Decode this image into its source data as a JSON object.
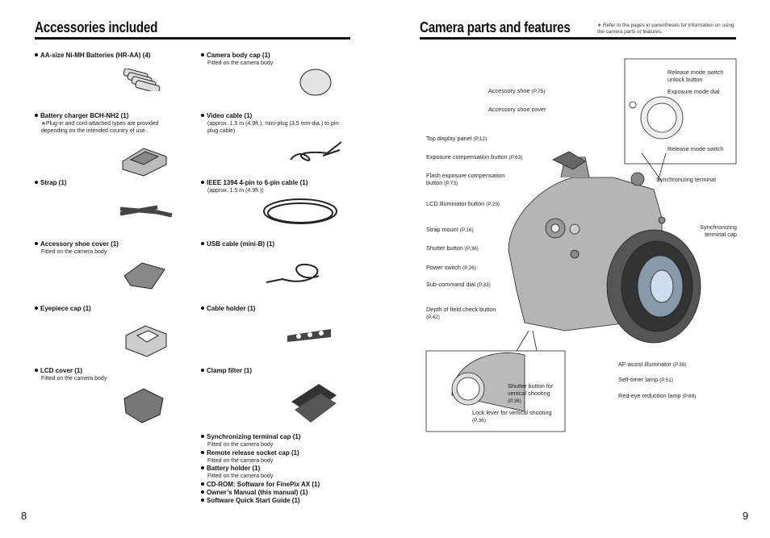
{
  "left": {
    "title": "Accessories included",
    "page_number": "8",
    "col1": [
      {
        "name": "AA-size Ni-MH Batteries (HR-AA) (4)",
        "sub": ""
      },
      {
        "name": "Battery charger BCH-NH2 (1)",
        "sub": "∗Plug-in and cord-attached types are provided depending on the intended country of use."
      },
      {
        "name": "Strap (1)",
        "sub": ""
      },
      {
        "name": "Accessory shoe cover (1)",
        "sub": "Fitted on the camera body"
      },
      {
        "name": "Eyepiece cap (1)",
        "sub": ""
      },
      {
        "name": "LCD cover (1)",
        "sub": "Fitted on the camera body"
      }
    ],
    "col2": [
      {
        "name": "Camera body cap (1)",
        "sub": "Fitted on the camera body"
      },
      {
        "name": "Video cable  (1)",
        "sub": "(approx. 1.5 m (4.9ft.), mini-plug (3.5 mm-dia.) to pin-plug cable)"
      },
      {
        "name": "IEEE 1394 4-pin to 6-pin cable (1)",
        "sub": "(approx. 1.5 m (4.9ft.))"
      },
      {
        "name": "USB cable (mini-B) (1)",
        "sub": ""
      },
      {
        "name": "Cable holder (1)",
        "sub": ""
      },
      {
        "name": "Clamp filter (1)",
        "sub": ""
      }
    ],
    "list": [
      {
        "name": "Synchronizing terminal cap (1)",
        "sub": "Fitted on the camera body"
      },
      {
        "name": "Remote release socket cap (1)",
        "sub": "Fitted on the camera body"
      },
      {
        "name": "Battery holder (1)",
        "sub": "Fitted on the camera body"
      },
      {
        "name": "CD-ROM: Software for FinePix AX (1)",
        "sub": ""
      },
      {
        "name": "Owner’s Manual (this manual) (1)",
        "sub": ""
      },
      {
        "name": "Software Quick Start Guide (1)",
        "sub": ""
      }
    ]
  },
  "right": {
    "title": "Camera parts and features",
    "page_number": "9",
    "note": "∗ Refer to the pages in parentheses for information on using the camera parts or features.",
    "labels": {
      "release_unlock": "Release mode switch unlock button",
      "exposure_dial": "Exposure mode dial",
      "release_switch": "Release mode switch",
      "acc_shoe": "Accessory shoe",
      "acc_shoe_p": "(P.75)",
      "acc_shoe_cover": "Accessory shoe cover",
      "top_display": "Top display panel",
      "top_display_p": "(P.12)",
      "exp_comp": "Exposure compensation button",
      "exp_comp_p": "(P.63)",
      "flash_comp": "Flash exposure compensation",
      "flash_comp2": "button",
      "flash_comp_p": "(P.73)",
      "lcd_illum": "LCD illuminator button",
      "lcd_illum_p": "(P.29)",
      "strap_mount": "Strap mount",
      "strap_mount_p": "(P.16)",
      "shutter": "Shutter button",
      "shutter_p": "(P.36)",
      "power": "Power switch",
      "power_p": "(P.26)",
      "subcmd": "Sub-command dial",
      "subcmd_p": "(P.33)",
      "dof": "Depth of field check button",
      "dof_p": "(P.42)",
      "sync": "Synchronizing terminal",
      "sync_cap": "Synchronizing terminal cap",
      "af": "AF-assist illuminator",
      "af_p": "(P.38)",
      "selftimer": "Self-timer lamp",
      "selftimer_p": "(P.51)",
      "redeye": "Red-eye reduction lamp",
      "redeye_p": "(P.69)",
      "vshutter": "Shutter button for vertical shooting",
      "vshutter_p": "(P.36)",
      "lock": "Lock lever for vertical shooting",
      "lock_p": "(P.36)"
    }
  }
}
